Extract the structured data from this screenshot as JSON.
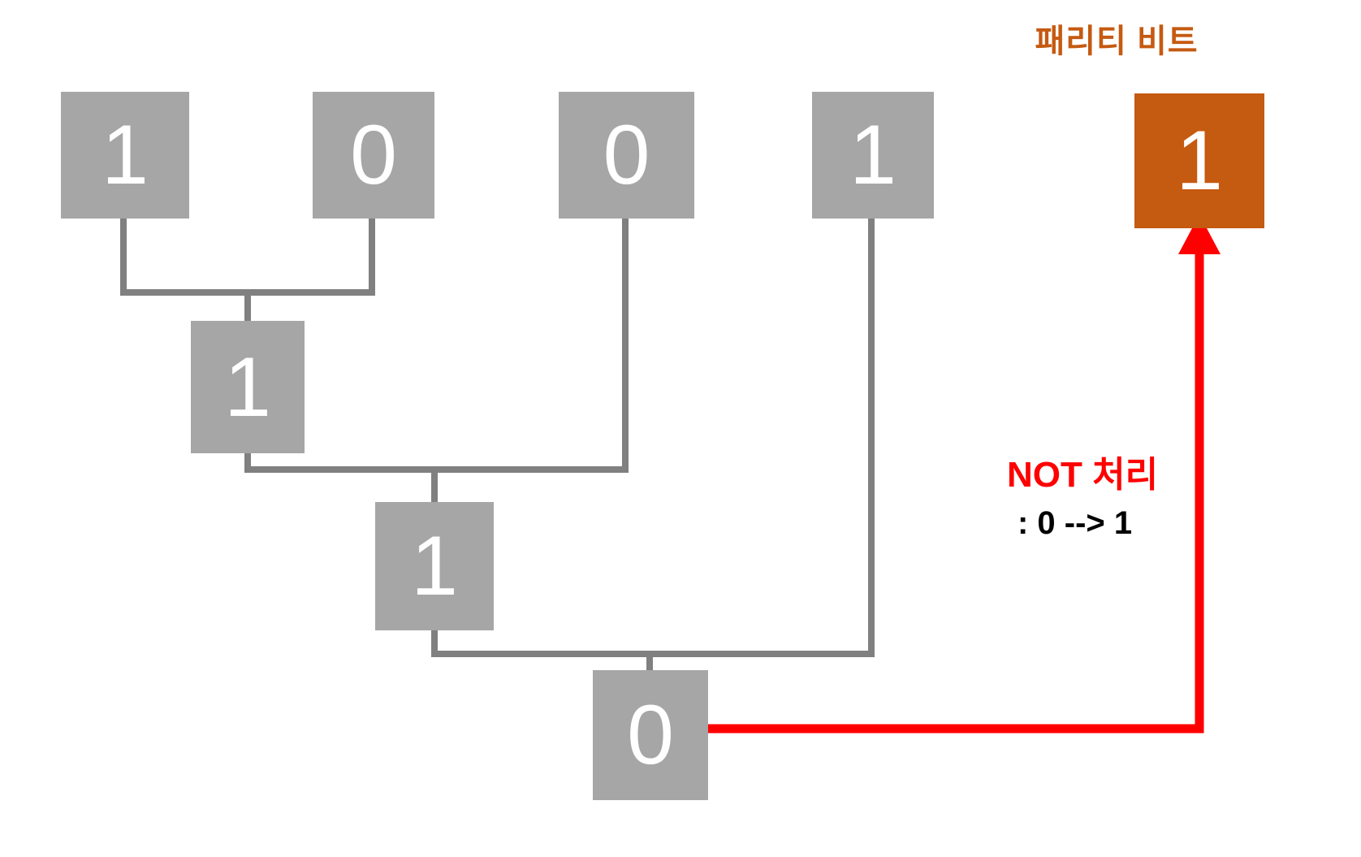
{
  "diagram": {
    "title_label": "패리티 비트",
    "title_color": "#c55a11",
    "box_gray": "#a6a6a6",
    "box_orange": "#c55a11",
    "wire_gray": "#808080",
    "wire_red": "#ff0000",
    "data_bits": [
      {
        "value": "1"
      },
      {
        "value": "0"
      },
      {
        "value": "0"
      },
      {
        "value": "1"
      }
    ],
    "xor_nodes": [
      {
        "value": "1"
      },
      {
        "value": "1"
      },
      {
        "value": "0"
      }
    ],
    "parity_bit": {
      "value": "1"
    },
    "annotations": {
      "not_label": "NOT 처리",
      "not_detail": ": 0 --> 1"
    }
  }
}
